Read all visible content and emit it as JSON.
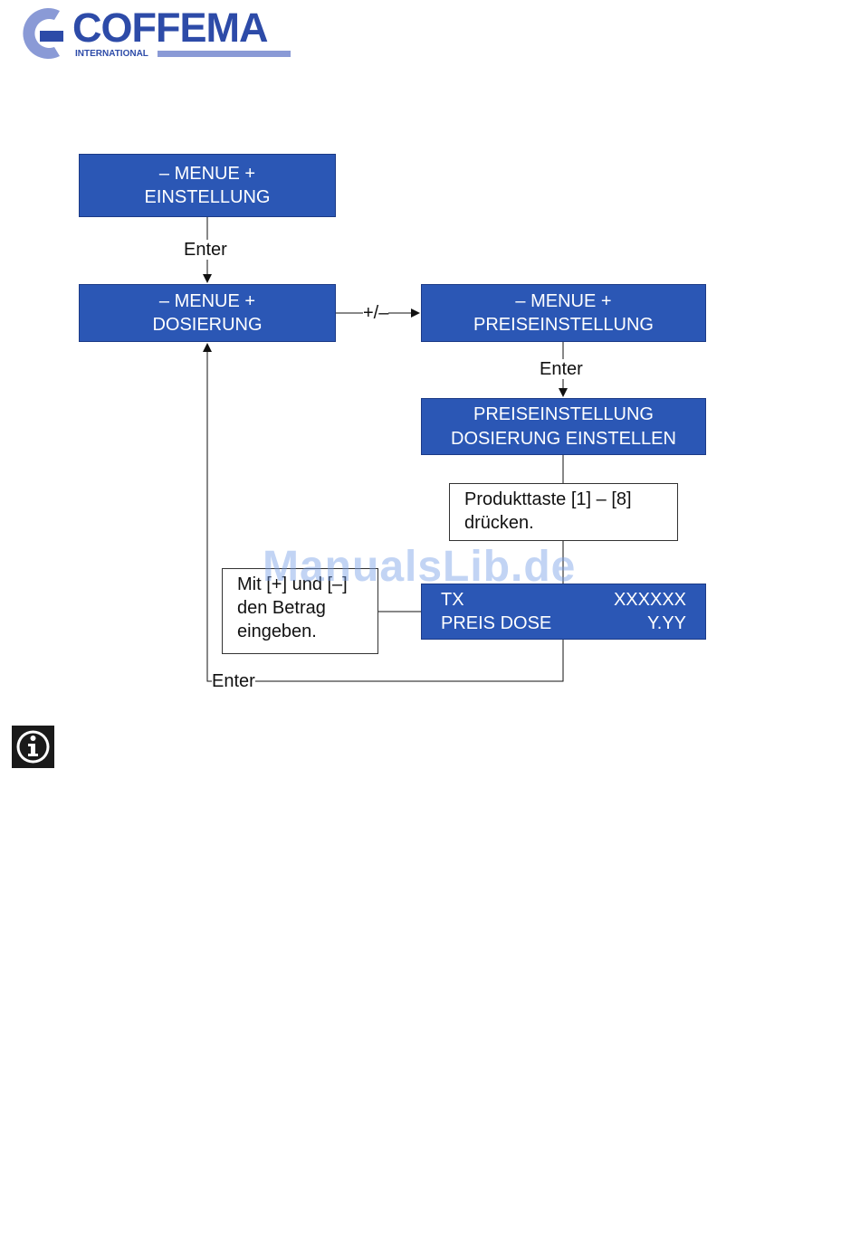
{
  "logo": {
    "name": "COFFEMA",
    "tagline": "INTERNATIONAL"
  },
  "flow": {
    "menu_settings": {
      "line1": "– MENUE +",
      "line2": "EINSTELLUNG"
    },
    "menu_dosing": {
      "line1": "– MENUE +",
      "line2": "DOSIERUNG"
    },
    "menu_price": {
      "line1": "– MENUE +",
      "line2": "PREISEINSTELLUNG"
    },
    "price_dosing": {
      "line1": "PREISEINSTELLUNG",
      "line2": "DOSIERUNG EINSTELLEN"
    },
    "product_key_note": {
      "line1": "Produkttaste [1] – [8]",
      "line2": "drücken."
    },
    "amount_note": {
      "line1": "Mit [+] und [–]",
      "line2": "den Betrag",
      "line3": "eingeben."
    },
    "display": {
      "row1_left": "TX",
      "row1_right": "XXXXXX",
      "row2_left": "PREIS DOSE",
      "row2_right": "Y.YY"
    },
    "edges": {
      "enter_1": "Enter",
      "plus_minus": "+/–",
      "enter_2": "Enter",
      "enter_back": "Enter"
    }
  },
  "watermark": "ManualsLib.de",
  "colors": {
    "box_blue": "#2b57b5",
    "brand_blue": "#2d4ba8"
  },
  "icons": {
    "logo": "coffema-logo-c",
    "info": "info-icon"
  }
}
